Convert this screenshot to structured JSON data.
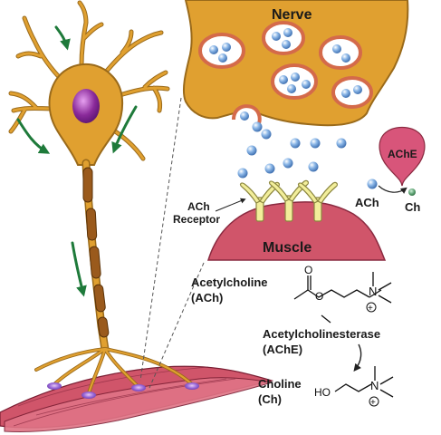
{
  "labels": {
    "nerve": "Nerve",
    "muscle": "Muscle",
    "ache_enzyme": "AChE",
    "ach": "ACh",
    "ch": "Ch",
    "ach_receptor_line1": "ACh",
    "ach_receptor_line2": "Receptor"
  },
  "reaction": {
    "acetylcholine": "Acetylcholine",
    "acetylcholine_abbr": "(ACh)",
    "enzyme": "Acetylcholinesterase",
    "enzyme_abbr": "(AChE)",
    "choline": "Choline",
    "choline_abbr": "(Ch)",
    "ho_group": "HO",
    "oxygen": "O",
    "nitrogen": "N",
    "charge": "+"
  },
  "colors": {
    "nerve_fill": "#E0A030",
    "nerve_stroke": "#9A6A1A",
    "myelin": "#9A5A1C",
    "nucleus": "#8A2A9A",
    "muscle": "#D0556A",
    "vesicle_rim": "#D46A4A",
    "neurotransmitter": "#6F9FD8",
    "receptor": "#F2EE9A",
    "enzyme": "#D8557A",
    "choline_dot": "#5AA070",
    "arrow_green": "#1E7A3A"
  }
}
